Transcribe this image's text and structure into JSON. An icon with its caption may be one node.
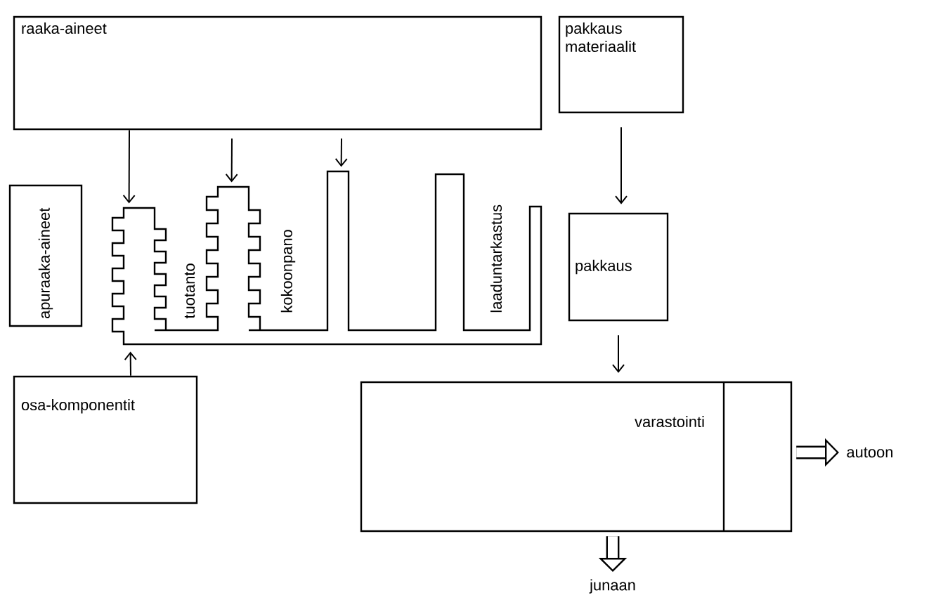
{
  "diagram": {
    "nodes": [
      {
        "text": [
          "raaka-aineet"
        ]
      },
      {
        "text": [
          "pakkaus materiaalit"
        ]
      },
      {
        "text": [
          "apuraaka-aineet"
        ]
      },
      {
        "text": [
          "osa-komponentit"
        ]
      },
      {
        "text": [
          "tuotanto",
          "kokoonpano",
          "laaduntarkastus"
        ]
      },
      {
        "text": [
          "pakkaus"
        ]
      },
      {
        "text": [
          "varastointi"
        ]
      },
      {
        "text": [
          "autoon"
        ]
      },
      {
        "text": [
          "junaan"
        ]
      }
    ],
    "edges": [
      {
        "from": 0,
        "to": 4,
        "arrow": "to"
      },
      {
        "from": 0,
        "to": 4,
        "arrow": "to"
      },
      {
        "from": 0,
        "to": 4,
        "arrow": "to"
      },
      {
        "from": 3,
        "to": 4,
        "arrow": "to"
      },
      {
        "from": 1,
        "to": 5,
        "arrow": "to"
      },
      {
        "from": 5,
        "to": 6,
        "arrow": "to"
      },
      {
        "from": 6,
        "to": 7,
        "arrow": "to",
        "style": "thick"
      },
      {
        "from": 6,
        "to": 8,
        "arrow": "to",
        "style": "thick"
      }
    ]
  }
}
